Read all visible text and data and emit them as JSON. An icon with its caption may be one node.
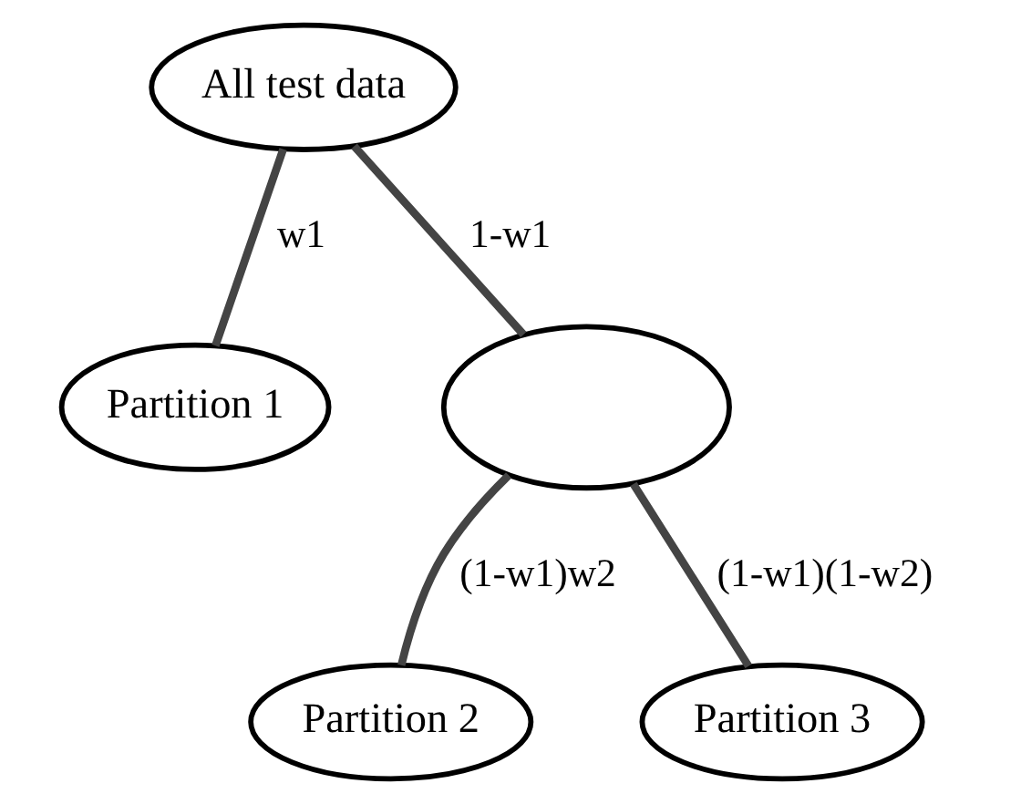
{
  "diagram": {
    "nodes": [
      {
        "text": [
          "All test data"
        ]
      },
      {
        "text": [
          "Partition 1"
        ]
      },
      {
        "text": [],
        "shape": "ellipse"
      },
      {
        "text": [
          "Partition 2"
        ]
      },
      {
        "text": [
          "Partition 3"
        ]
      }
    ],
    "edges": [
      {
        "from": 0,
        "to": 1,
        "arrow": "none",
        "label": "w1"
      },
      {
        "from": 0,
        "to": 2,
        "arrow": "none",
        "label": "1-w1"
      },
      {
        "from": 2,
        "to": 3,
        "arrow": "none",
        "label": "(1-w1)w2"
      },
      {
        "from": 2,
        "to": 4,
        "arrow": "none",
        "label": "(1-w1)(1-w2)"
      }
    ]
  }
}
